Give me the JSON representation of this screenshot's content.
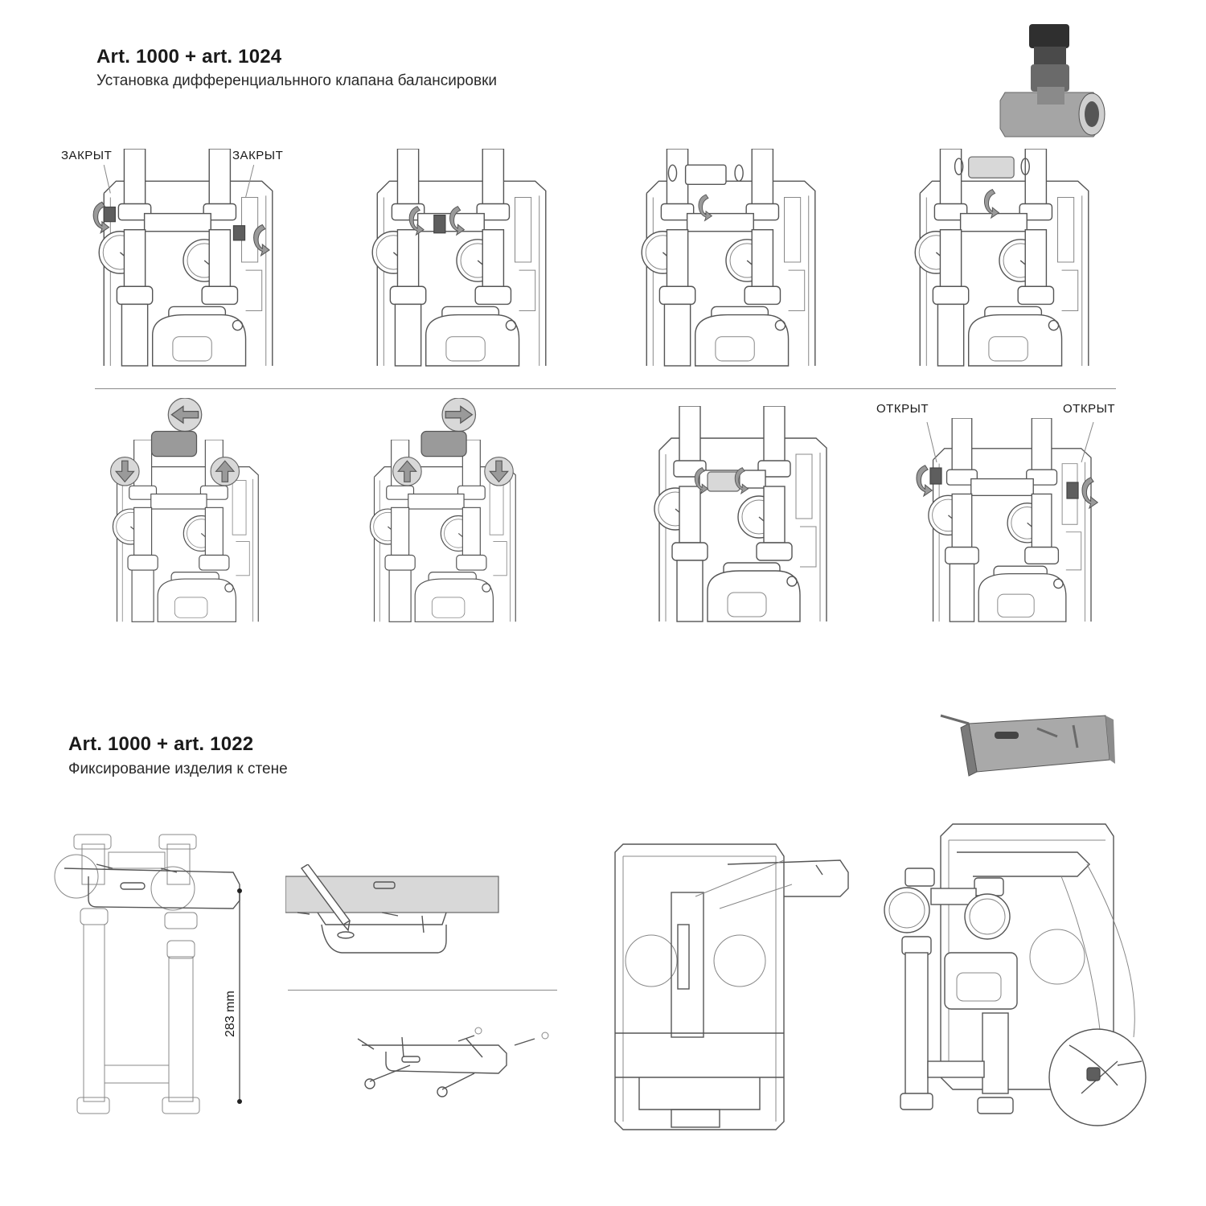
{
  "section1": {
    "title": "Art. 1000 + art. 1024",
    "subtitle": "Установка дифференциальнного клапана балансировки"
  },
  "section2": {
    "title": "Art. 1000 + art. 1022",
    "subtitle": "Фиксирование изделия к стене"
  },
  "labels": {
    "closed": "ЗАКРЫТ",
    "open": "ОТКРЫТ",
    "dimension": "283 mm"
  },
  "colors": {
    "line": "#555555",
    "arrow_fill": "#9a9a9a",
    "divider": "#8a8a8a"
  }
}
